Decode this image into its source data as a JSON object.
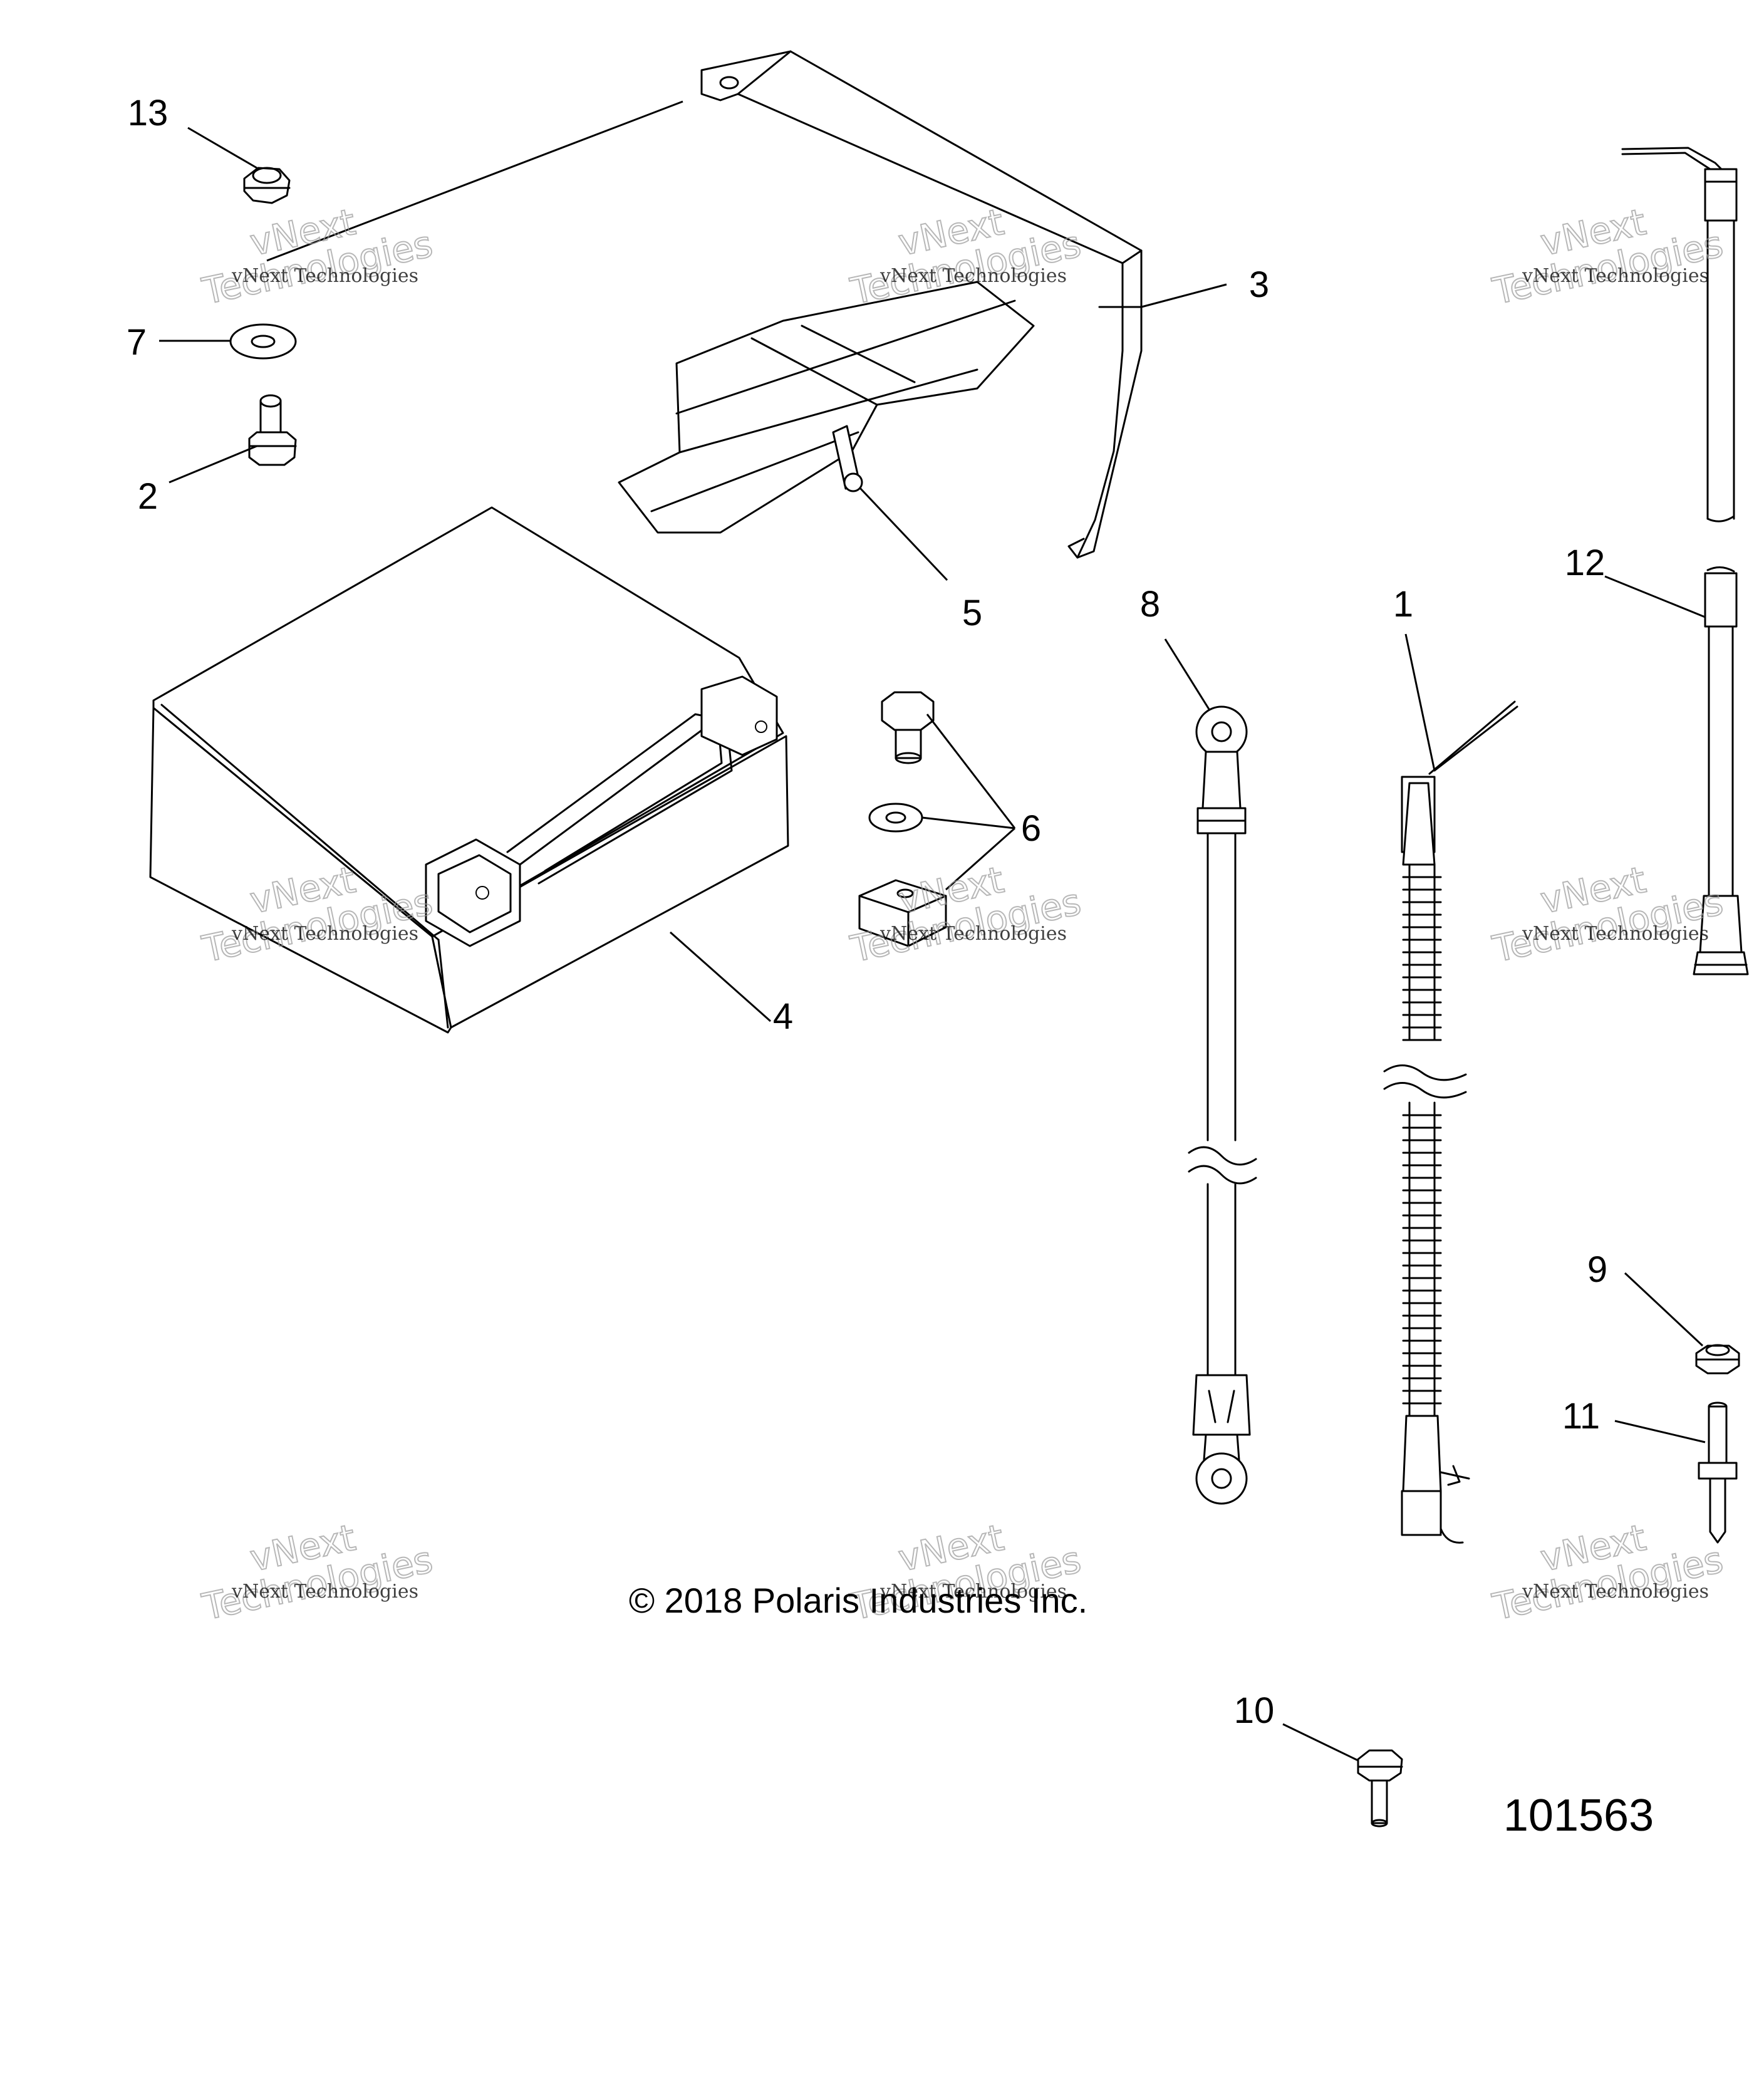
{
  "callouts": {
    "c1": "1",
    "c2": "2",
    "c3": "3",
    "c4": "4",
    "c5": "5",
    "c6": "6",
    "c7": "7",
    "c8": "8",
    "c9": "9",
    "c10": "10",
    "c11": "11",
    "c12": "12",
    "c13": "13"
  },
  "copyright": "© 2018 Polaris Industries Inc.",
  "diagram_id": "101563",
  "watermark": {
    "line1": "vNext",
    "line2": "vNext Technologies",
    "line3": "Technologies"
  }
}
